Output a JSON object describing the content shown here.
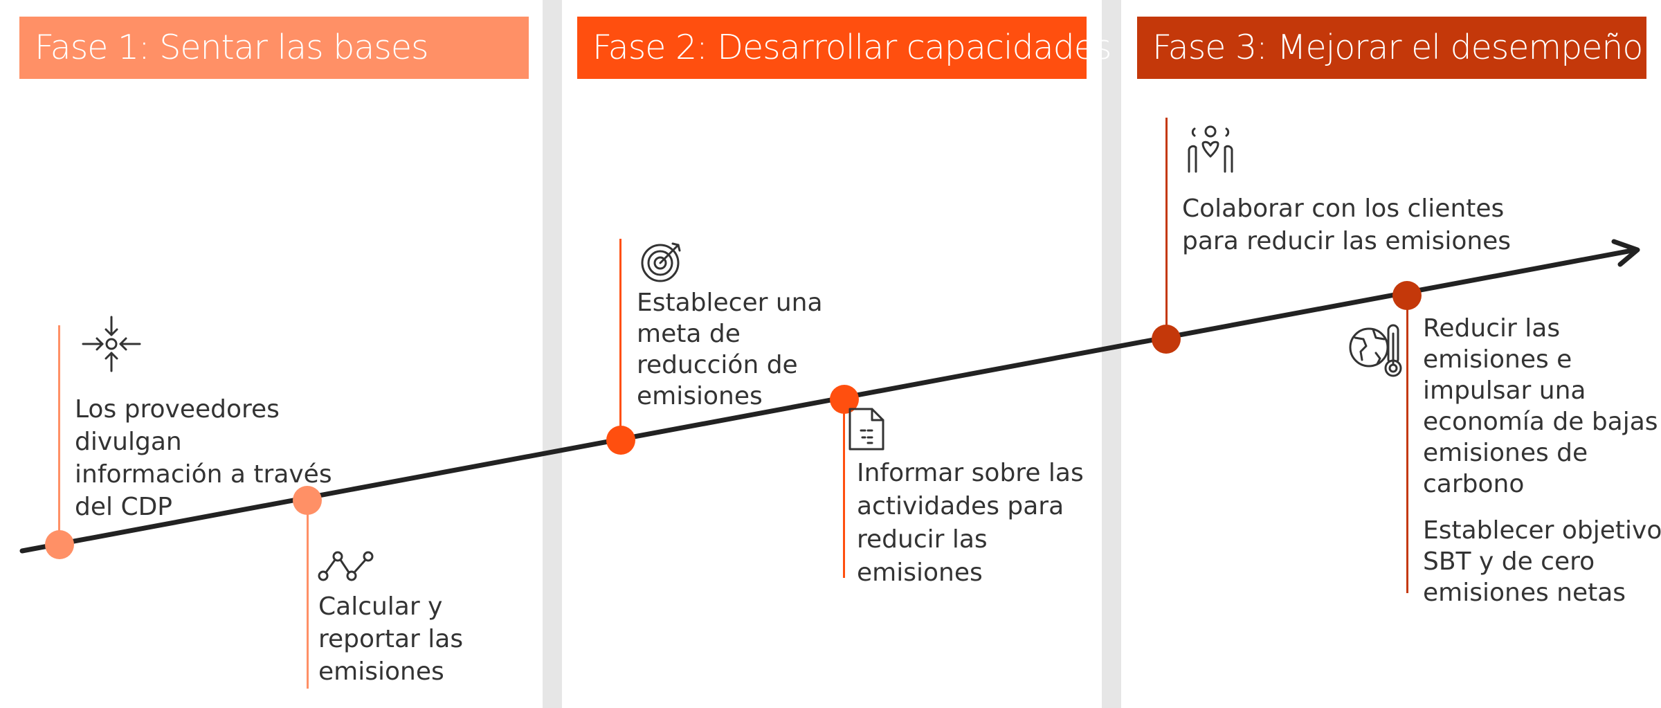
{
  "colors": {
    "phase1": "#ff9066",
    "phase2": "#ff4f0f",
    "phase3": "#c4380a",
    "line": "#222222",
    "background": "#e6e6e6"
  },
  "phases": [
    {
      "title": "Fase 1: Sentar las bases"
    },
    {
      "title": "Fase 2: Desarrollar capacidades"
    },
    {
      "title": "Fase 3: Mejorar el desempeño"
    }
  ],
  "milestones": [
    {
      "icon": "arrows-inward-icon",
      "lines": [
        "Los proveedores",
        "divulgan",
        "información a través",
        "del CDP"
      ]
    },
    {
      "icon": "connected-nodes-icon",
      "lines": [
        "Calcular y",
        "reportar las",
        "emisiones"
      ]
    },
    {
      "icon": "target-icon",
      "lines": [
        "Establecer una",
        "meta de",
        "reducción de",
        "emisiones"
      ]
    },
    {
      "icon": "document-icon",
      "lines": [
        "Informar sobre las",
        "actividades para",
        "reducir las",
        "emisiones"
      ]
    },
    {
      "icon": "people-heart-icon",
      "lines": [
        "Colaborar con los clientes",
        "para reducir las emisiones"
      ]
    },
    {
      "icon": "globe-thermometer-icon",
      "lines": [
        "Reducir las",
        "emisiones e",
        "impulsar una",
        "economía de bajas",
        "emisiones de",
        "carbono"
      ]
    },
    {
      "icon": "",
      "lines": [
        "Establecer objetivos",
        "SBT y de cero",
        "emisiones netas"
      ]
    }
  ]
}
